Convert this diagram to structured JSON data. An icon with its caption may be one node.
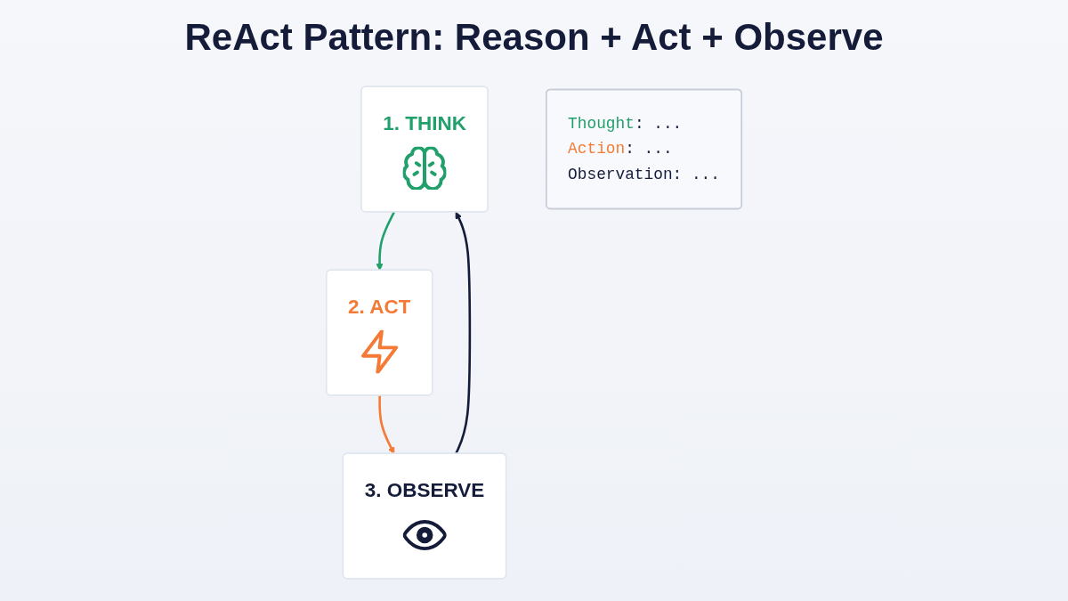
{
  "diagram": {
    "title": "ReAct Pattern: Reason + Act + Observe",
    "nodes": [
      {
        "text": [
          "1. THINK"
        ]
      },
      {
        "text": [
          "2. ACT"
        ]
      },
      {
        "text": [
          "3. OBSERVE"
        ]
      },
      {
        "text": [
          "Thought: ...",
          "Action: ...",
          "Observation: ..."
        ]
      }
    ],
    "edges": [
      {
        "from": 0,
        "to": 1,
        "arrow": "to",
        "color": "#22a06b"
      },
      {
        "from": 1,
        "to": 2,
        "arrow": "to",
        "color": "#f47a35"
      },
      {
        "from": 2,
        "to": 0,
        "arrow": "to",
        "color": "#141c3a"
      }
    ]
  }
}
